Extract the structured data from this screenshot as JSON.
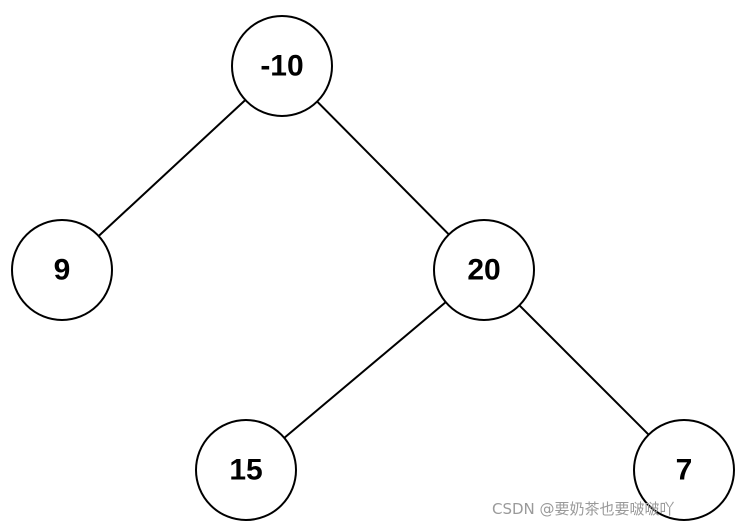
{
  "tree": {
    "nodes": [
      {
        "id": "root",
        "label": "-10"
      },
      {
        "id": "left",
        "label": "9"
      },
      {
        "id": "right",
        "label": "20"
      },
      {
        "id": "right-left",
        "label": "15"
      },
      {
        "id": "right-right",
        "label": "7"
      }
    ],
    "edges": [
      {
        "from": "root",
        "to": "left"
      },
      {
        "from": "root",
        "to": "right"
      },
      {
        "from": "right",
        "to": "right-left"
      },
      {
        "from": "right",
        "to": "right-right"
      }
    ]
  },
  "watermark": "CSDN @要奶茶也要啵啵吖"
}
